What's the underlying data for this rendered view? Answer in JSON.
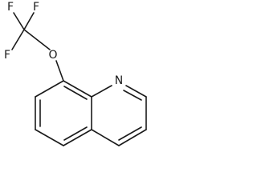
{
  "molecule": {
    "atoms": {
      "f_upper_left": "F",
      "f_upper_right": "F",
      "f_left": "F",
      "oxygen": "O",
      "nitrogen": "N"
    }
  }
}
